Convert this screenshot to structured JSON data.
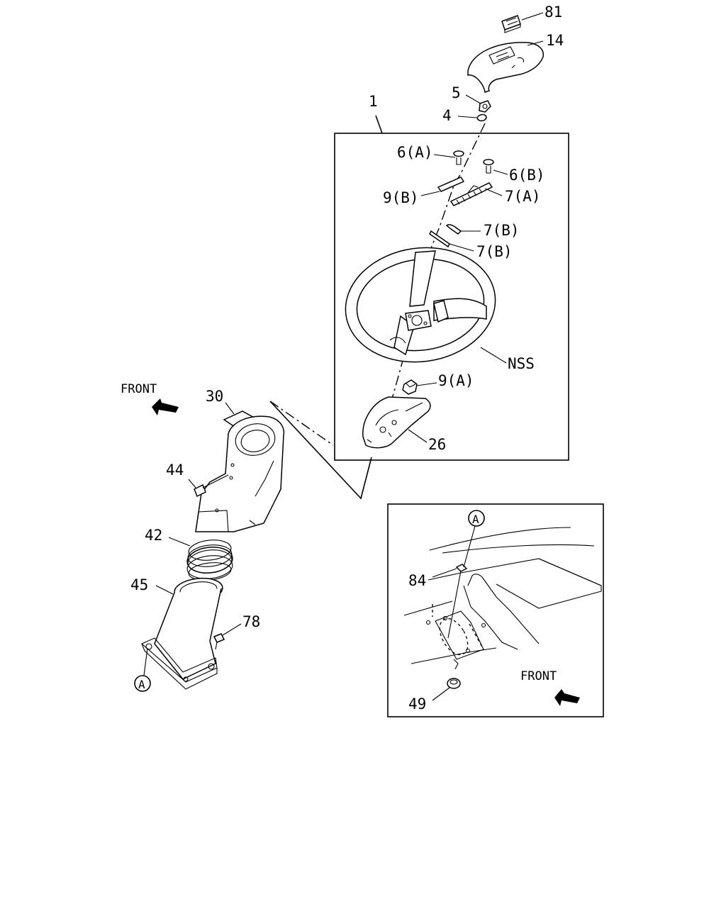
{
  "labels": {
    "l81": "81",
    "l14": "14",
    "l5": "5",
    "l4": "4",
    "l1": "1",
    "l6a": "6(A)",
    "l6b": "6(B)",
    "l9b": "9(B)",
    "l7a": "7(A)",
    "l7b1": "7(B)",
    "l7b2": "7(B)",
    "lnss": "NSS",
    "l9a": "9(A)",
    "l26": "26",
    "l30": "30",
    "l44": "44",
    "l42": "42",
    "l45": "45",
    "l78": "78",
    "l84": "84",
    "l49": "49",
    "refA1": "A",
    "refA2": "A",
    "front1": "FRONT",
    "front2": "FRONT"
  }
}
